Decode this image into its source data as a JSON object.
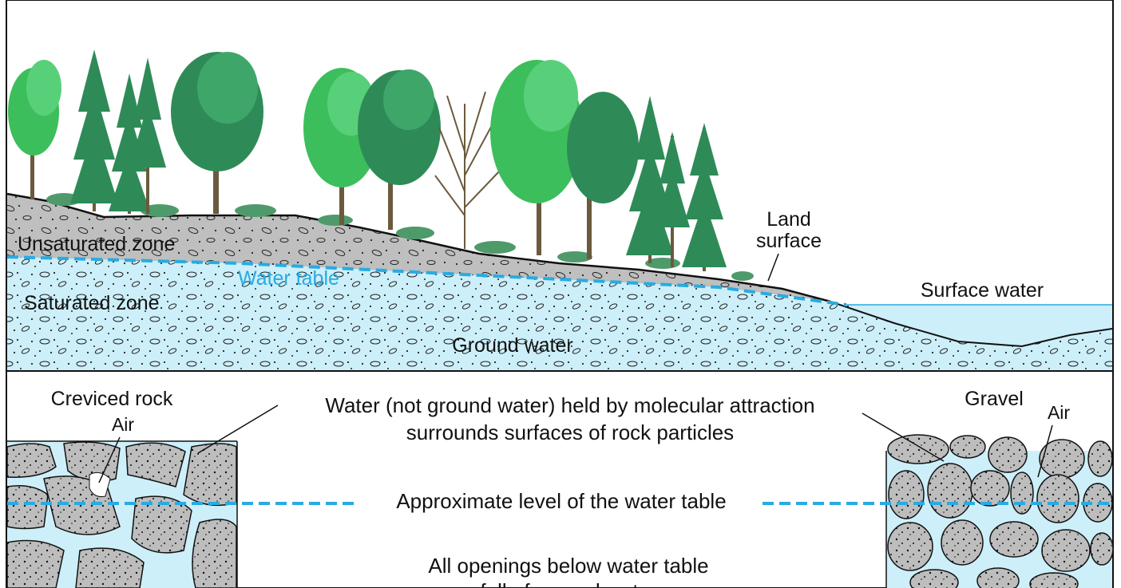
{
  "labels": {
    "land_surface_line1": "Land",
    "land_surface_line2": "surface",
    "unsaturated_zone": "Unsaturated zone",
    "water_table": "Water table",
    "saturated_zone": "Saturated zone",
    "ground_water": "Ground water",
    "surface_water": "Surface water",
    "creviced_rock": "Creviced rock",
    "air_left": "Air",
    "gravel": "Gravel",
    "air_right": "Air",
    "molecular_line1": "Water (not ground water) held by molecular attraction",
    "molecular_line2": "surrounds surfaces of rock particles",
    "approx_water_table": "Approximate level of the water table",
    "openings_line1": "All openings below water table",
    "openings_line2": "full of ground water"
  },
  "colors": {
    "saturated_fill": "#CDEFF9",
    "unsaturated_fill": "#BFBFBF",
    "water_table_line": "#29ABE2",
    "tree_dark": "#2E8B57",
    "tree_light": "#3DBE5C",
    "trunk": "#6B5A3E"
  }
}
